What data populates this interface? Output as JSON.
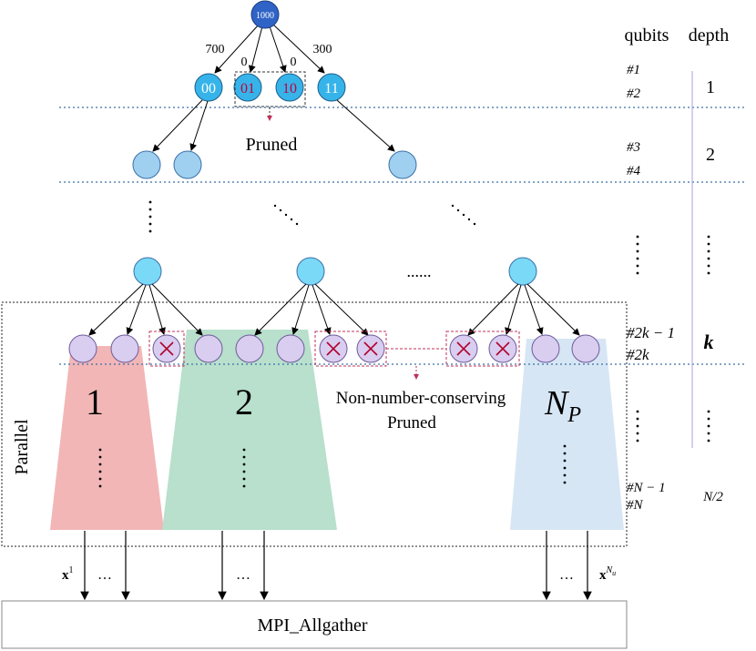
{
  "header": {
    "qubits": "qubits",
    "depth": "depth"
  },
  "root": {
    "label": "1000"
  },
  "top_edges": [
    "700",
    "0",
    "0",
    "300"
  ],
  "level1": [
    {
      "label": "00",
      "color": "#36b4ea",
      "text_color": "#ffffff"
    },
    {
      "label": "01",
      "color": "#36b4ea",
      "text_color": "#c0003a"
    },
    {
      "label": "10",
      "color": "#36b4ea",
      "text_color": "#c0003a"
    },
    {
      "label": "11",
      "color": "#36b4ea",
      "text_color": "#ffffff"
    }
  ],
  "pruned_label": "Pruned",
  "rows": [
    {
      "qubits": [
        "#1",
        "#2"
      ],
      "depth": "1"
    },
    {
      "qubits": [
        "#3",
        "#4"
      ],
      "depth": "2"
    },
    {
      "qubits": [
        "#2k − 1",
        "#2k"
      ],
      "depth": "k"
    },
    {
      "qubits": [
        "#N − 1",
        "#N"
      ],
      "depth": "N/2"
    }
  ],
  "mid_ellipsis": "......",
  "vdots": "⋮",
  "partitions": [
    {
      "label": "1",
      "color": "#f2b6b6"
    },
    {
      "label": "2",
      "color": "#b8e0cc"
    },
    {
      "label": "N",
      "sub": "P",
      "color": "#d7e6f4"
    }
  ],
  "parallel_label": "Parallel",
  "nnc_pruned": [
    "Non-number-conserving",
    "Pruned"
  ],
  "outputs": {
    "x1": "x",
    "x1_sup": "1",
    "xN": "x",
    "xN_sup": "N",
    "xN_sub": "u",
    "dots": "…"
  },
  "mpi_label": "MPI_Allgather",
  "colors": {
    "root": "#2f63c6",
    "level1": "#36b4ea",
    "level2": "#9fd0f0",
    "levelk": "#7ad9f7",
    "leaf": "#d9cdf0",
    "pruned_x": "#b0002c",
    "dotted_line": "#3a6fa8"
  }
}
